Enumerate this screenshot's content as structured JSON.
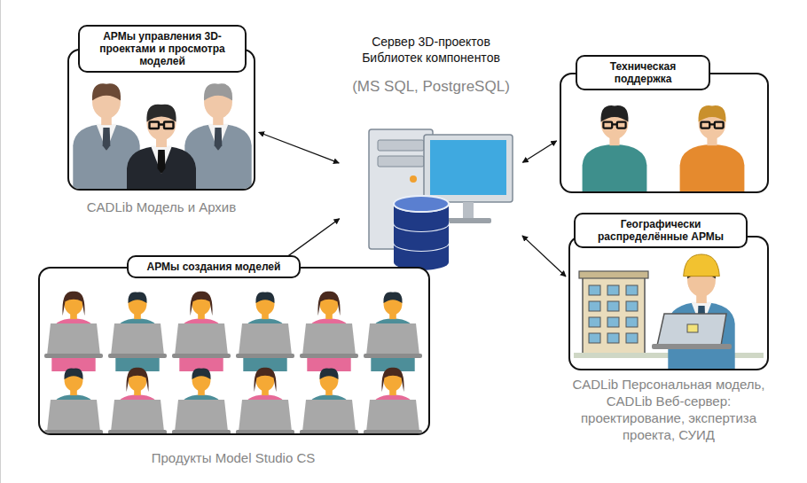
{
  "diagram": {
    "nodes": [
      {
        "text": [
          "АРМы управления 3D-проектами и просмотра моделей",
          "CADLib Модель и Архив"
        ]
      },
      {
        "text": [
          "Сервер 3D-проектов Библиотек компонентов",
          "(MS SQL, PostgreSQL)"
        ]
      },
      {
        "text": [
          "Техническая поддержка"
        ]
      },
      {
        "text": [
          "АРМы создания моделей",
          "Продукты Model Studio CS"
        ]
      },
      {
        "text": [
          "Географически распределённые АРМы",
          "CADLib Персональная модель, CADLib Веб-сервер: проектирование, экспертиза проекта, СУИД"
        ]
      }
    ],
    "edges": [
      {
        "from": 0,
        "to": 1,
        "arrow": "both"
      },
      {
        "from": 1,
        "to": 2,
        "arrow": "both"
      },
      {
        "from": 3,
        "to": 1,
        "arrow": "both"
      },
      {
        "from": 4,
        "to": 1,
        "arrow": "both"
      }
    ]
  }
}
